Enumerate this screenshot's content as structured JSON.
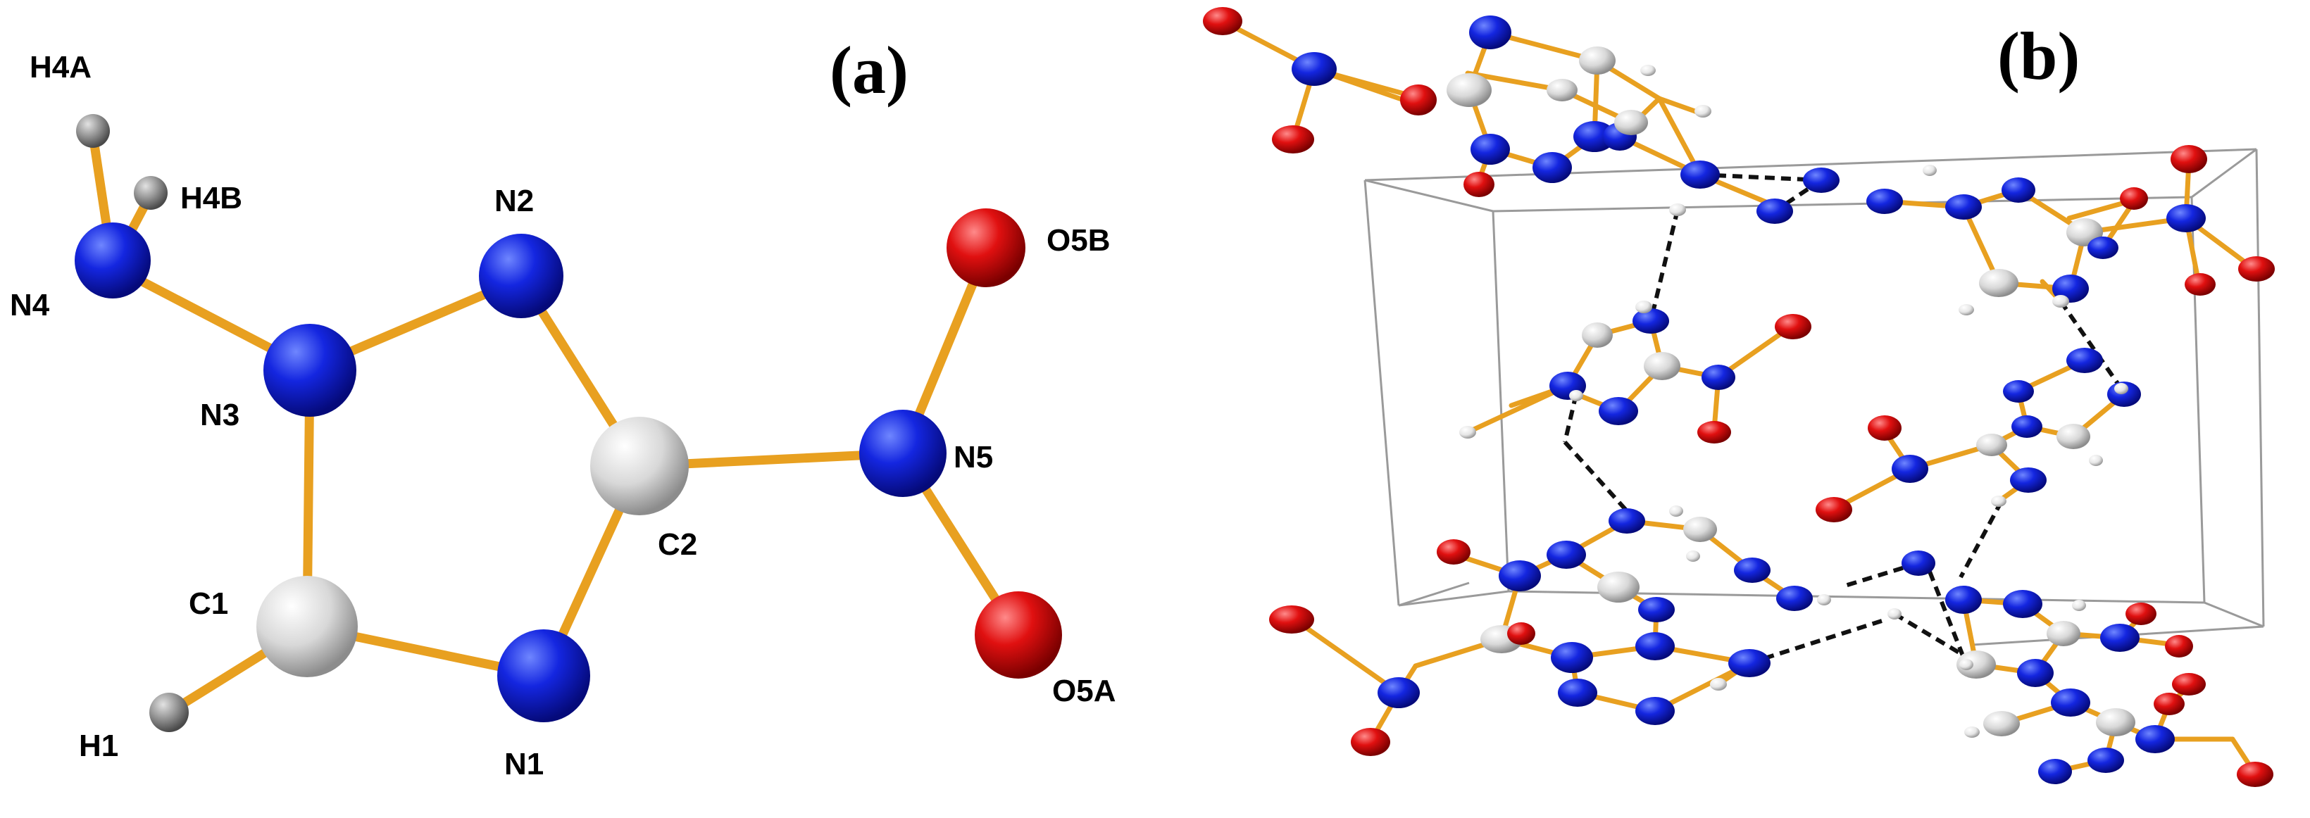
{
  "panels": {
    "a": {
      "label": "(a)",
      "atom_labels": {
        "H4A": "H4A",
        "H4B": "H4B",
        "N2": "N2",
        "O5B": "O5B",
        "N4": "N4",
        "N3": "N3",
        "N5": "N5",
        "C2": "C2",
        "C1": "C1",
        "O5A": "O5A",
        "H1": "H1",
        "N1": "N1"
      }
    },
    "b": {
      "label": "(b)"
    }
  },
  "colors": {
    "bond": "#e8a020",
    "nitrogen": "#0a18d8",
    "oxygen": "#dd0a0a",
    "carbon": "#dadada",
    "hydrogen": "#8a8a8a",
    "hbond": "#111111",
    "cell_edge": "#9a9a9a"
  }
}
